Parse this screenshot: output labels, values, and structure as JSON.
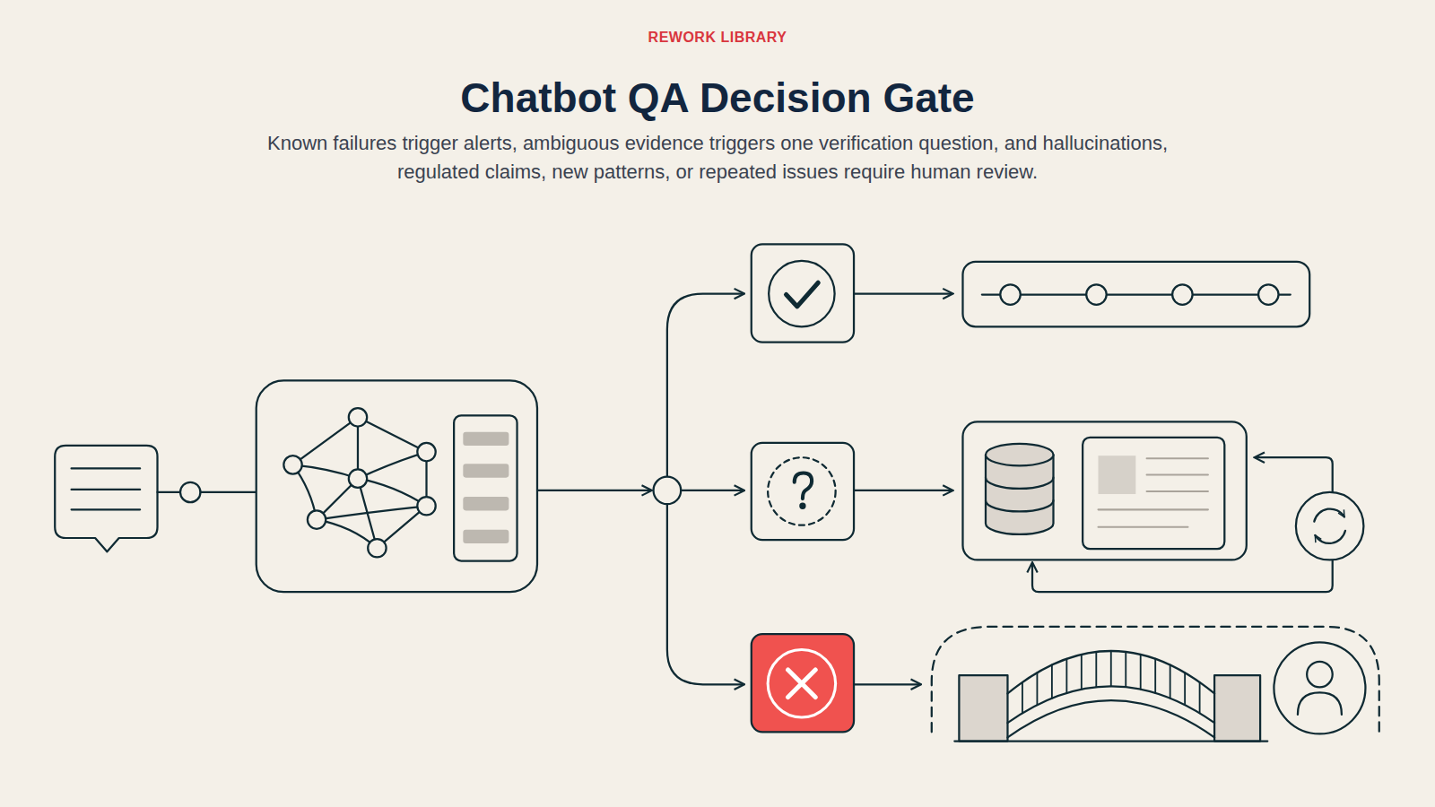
{
  "diagram": {
    "title": "Chatbot QA Decision Gate",
    "caption": "Known failures trigger alerts, ambiguous evidence triggers one verification question, and hallucinations, regulated claims, new patterns, or repeated issues require human review.",
    "labels": [
      "REWORK LIBRARY"
    ]
  }
}
